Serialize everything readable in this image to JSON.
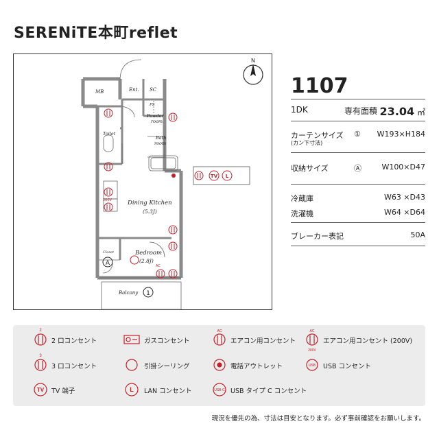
{
  "title": "SERENiTE本町reflet",
  "plan": {
    "rooms": {
      "mb": "MB",
      "ent": "Ent.",
      "sc": "SC",
      "ps": "PS",
      "powder": "Powder\nroom",
      "toilet": "Toilet",
      "bath": "Bath\nroom",
      "dining": "Dining Kitchen",
      "dining_size": "(5.3J)",
      "bedroom": "Bedroom",
      "bedroom_size": "(2.8J)",
      "closet": "Closet",
      "balcony": "Balcony"
    },
    "markers": {
      "closet_marker": "A",
      "balcony_marker": "1",
      "tv": "TV",
      "lan": "L",
      "ac": "AC",
      "v200": "200V",
      "n2": "2",
      "n3": "3"
    },
    "compass": "N"
  },
  "info": {
    "room_no": "1107",
    "layout": "1DK",
    "area_label": "専有面積",
    "area_value": "23.04",
    "area_unit": "㎡",
    "curtain_label": "カーテンサイズ",
    "curtain_sub": "(カン下寸法)",
    "curtain_marker": "①",
    "curtain_value": "W193×H184",
    "storage_label": "収納サイズ",
    "storage_marker": "Ⓐ",
    "storage_value": "W100×D47",
    "fridge_label": "冷蔵庫",
    "fridge_value": "W63 ×D43",
    "washer_label": "洗濯機",
    "washer_value": "W64 ×D64",
    "breaker_label": "ブレーカー表記",
    "breaker_value": "50A"
  },
  "legend": {
    "outlet2": "2 口コンセント",
    "gas": "ガスコンセント",
    "ac": "エアコン用コンセント",
    "ac200": "エアコン用コンセント (200V)",
    "outlet3": "3 口コンセント",
    "ceiling": "引掛シーリング",
    "phone": "電話アウトレット",
    "usb": "USB コンセント",
    "tv": "TV 端子",
    "lan": "LAN コンセント",
    "usbc": "USB タイプ C コンセント",
    "icon_ac": "AC",
    "icon_200v": "200V",
    "icon_usb": "USB",
    "icon_usbc": "USB-C",
    "icon_tv": "TV",
    "icon_l": "L",
    "icon_2": "2",
    "icon_3": "3"
  },
  "footer": "現況を優先の為、寸法は目安となります。必ず事前確認をお願いします。",
  "colors": {
    "accent": "#c0202a",
    "wall": "#888888",
    "legend_bg": "#ececec"
  }
}
